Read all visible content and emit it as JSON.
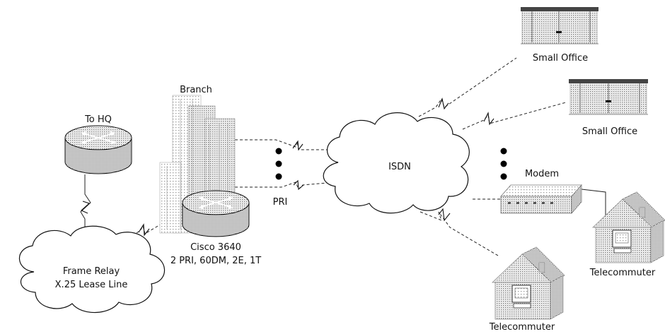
{
  "labels": {
    "to_hq": "To HQ",
    "branch": "Branch",
    "pri": "PRI",
    "cisco_line1": "Cisco 3640",
    "cisco_line2": "2 PRI, 60DM, 2E, 1T",
    "frame_relay_line1": "Frame Relay",
    "frame_relay_line2": "X.25 Lease Line",
    "isdn": "ISDN",
    "modem": "Modem",
    "small_office_1": "Small Office",
    "small_office_2": "Small Office",
    "telecommuter_1": "Telecommuter",
    "telecommuter_2": "Telecommuter"
  },
  "icons": {
    "router_hq": "router-icon",
    "router_cisco": "router-icon",
    "building": "building-icon",
    "frame_relay_cloud": "cloud-icon",
    "isdn_cloud": "cloud-icon",
    "office": "office-icon",
    "modem": "modem-icon",
    "house": "house-icon"
  },
  "colors": {
    "ink": "#111111",
    "stipple": "#8a8a8a",
    "office_roof": "#444444"
  }
}
